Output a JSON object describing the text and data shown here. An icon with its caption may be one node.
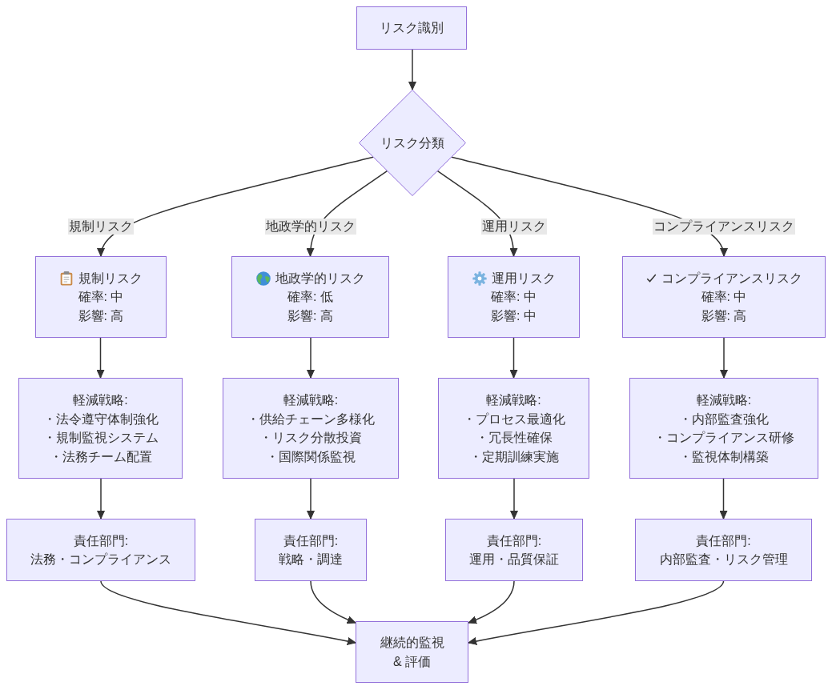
{
  "diagram": {
    "nodes": [
      {
        "text": [
          "リスク識別"
        ]
      },
      {
        "text": [
          "リスク分類"
        ]
      },
      {
        "text": [
          "規制リスク",
          "確率: 中",
          "影響: 高"
        ]
      },
      {
        "text": [
          "地政学的リスク",
          "確率: 低",
          "影響: 高"
        ]
      },
      {
        "text": [
          "運用リスク",
          "確率: 中",
          "影響: 中"
        ]
      },
      {
        "text": [
          "コンプライアンスリスク",
          "確率: 中",
          "影響: 高"
        ]
      },
      {
        "text": [
          "軽減戦略:",
          "・法令遵守体制強化",
          "・規制監視システム",
          "・法務チーム配置"
        ]
      },
      {
        "text": [
          "軽減戦略:",
          "・供給チェーン多様化",
          "・リスク分散投資",
          "・国際関係監視"
        ]
      },
      {
        "text": [
          "軽減戦略:",
          "・プロセス最適化",
          "・冗長性確保",
          "・定期訓練実施"
        ]
      },
      {
        "text": [
          "軽減戦略:",
          "・内部監査強化",
          "・コンプライアンス研修",
          "・監視体制構築"
        ]
      },
      {
        "text": [
          "責任部門:",
          "法務・コンプライアンス"
        ]
      },
      {
        "text": [
          "責任部門:",
          "戦略・調達"
        ]
      },
      {
        "text": [
          "責任部門:",
          "運用・品質保証"
        ]
      },
      {
        "text": [
          "責任部門:",
          "内部監査・リスク管理"
        ]
      },
      {
        "text": [
          "継続的監視 & 評価"
        ]
      }
    ],
    "edges": [
      {
        "from": 0,
        "to": 1,
        "arrow": "to"
      },
      {
        "from": 1,
        "to": 2,
        "arrow": "to",
        "label": "規制リスク"
      },
      {
        "from": 1,
        "to": 3,
        "arrow": "to",
        "label": "地政学的リスク"
      },
      {
        "from": 1,
        "to": 4,
        "arrow": "to",
        "label": "運用リスク"
      },
      {
        "from": 1,
        "to": 5,
        "arrow": "to",
        "label": "コンプライアンスリスク"
      },
      {
        "from": 2,
        "to": 6,
        "arrow": "to"
      },
      {
        "from": 3,
        "to": 7,
        "arrow": "to"
      },
      {
        "from": 4,
        "to": 8,
        "arrow": "to"
      },
      {
        "from": 5,
        "to": 9,
        "arrow": "to"
      },
      {
        "from": 6,
        "to": 10,
        "arrow": "to"
      },
      {
        "from": 7,
        "to": 11,
        "arrow": "to"
      },
      {
        "from": 8,
        "to": 12,
        "arrow": "to"
      },
      {
        "from": 9,
        "to": 13,
        "arrow": "to"
      },
      {
        "from": 10,
        "to": 14,
        "arrow": "to"
      },
      {
        "from": 11,
        "to": 14,
        "arrow": "to"
      },
      {
        "from": 12,
        "to": 14,
        "arrow": "to"
      },
      {
        "from": 13,
        "to": 14,
        "arrow": "to"
      }
    ]
  }
}
